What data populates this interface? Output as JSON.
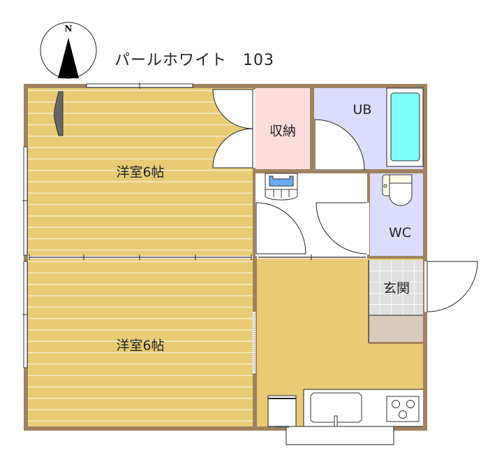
{
  "title": {
    "building_name": "パールホワイト",
    "unit_number": "103",
    "full": "パールホワイト　103"
  },
  "compass": {
    "direction_label": "N",
    "icon": "north-arrow-icon"
  },
  "colors": {
    "wall": "#a0825f",
    "flooring": "#e8cb74",
    "flooring_line": "#f7ecc8",
    "storage": "#fddcdc",
    "bath_wc": "#dcdcfc",
    "bathtub": "#7ffcfc",
    "entrance_tile": "#e0e0e0",
    "entrance_step": "#d8cbbd",
    "door_white": "#ffffff"
  },
  "rooms": [
    {
      "id": "western-room-upper",
      "label": "洋室6帖",
      "type": "western-room"
    },
    {
      "id": "western-room-lower",
      "label": "洋室6帖",
      "type": "western-room"
    },
    {
      "id": "storage",
      "label": "収納",
      "type": "closet"
    },
    {
      "id": "unit-bath",
      "label": "UB",
      "type": "bathroom"
    },
    {
      "id": "toilet",
      "label": "WC",
      "type": "toilet"
    },
    {
      "id": "entrance",
      "label": "玄関",
      "type": "entrance"
    },
    {
      "id": "kitchen",
      "label": "",
      "type": "kitchen"
    }
  ],
  "fixtures": [
    {
      "name": "air-conditioner",
      "room": "western-room-upper"
    },
    {
      "name": "washbasin-laundry",
      "room": "corridor"
    },
    {
      "name": "bathtub",
      "room": "unit-bath"
    },
    {
      "name": "toilet-bowl",
      "room": "toilet"
    },
    {
      "name": "refrigerator",
      "room": "kitchen"
    },
    {
      "name": "sink",
      "room": "kitchen"
    },
    {
      "name": "stove-3-burner",
      "room": "kitchen"
    }
  ]
}
